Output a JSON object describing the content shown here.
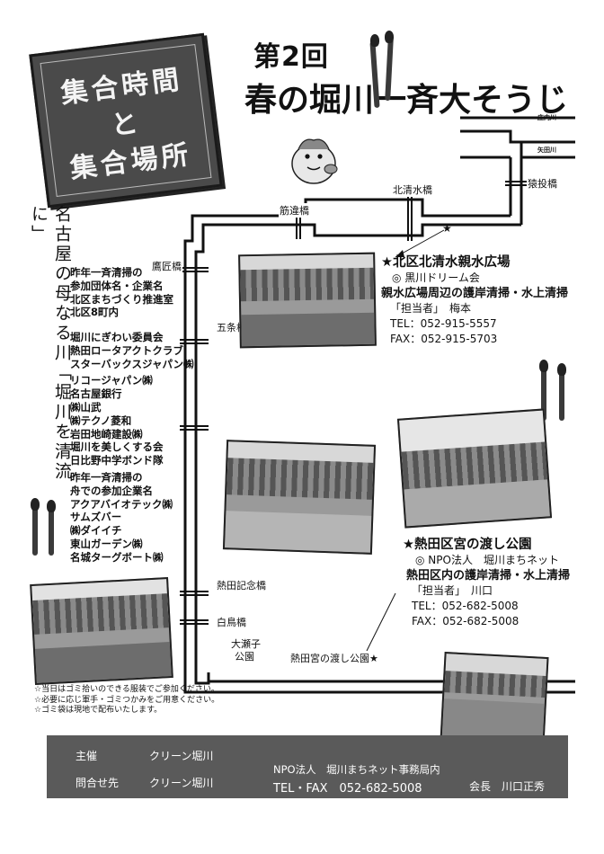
{
  "title_box": {
    "line1": "集合時間",
    "line2": "と",
    "line3": "集合場所"
  },
  "main_title": {
    "line1": "第2回",
    "line2": "春の堀川一斉大そうじ"
  },
  "map": {
    "rivers": {
      "shonai": "庄内川",
      "yada": "矢田川"
    },
    "bridges": {
      "sarunage": "猿投橋",
      "kitashimizu": "北清水橋",
      "sujikai": "筋違橋",
      "takajo": "鷹匠橋",
      "gojo": "五条橋",
      "atsuta_kinen": "熱田記念橋",
      "shiratori": "白鳥橋"
    },
    "places": {
      "osezako_1": "大瀬子",
      "osezako_2": "公園",
      "miya_park": "熱田宮の渡し公園★"
    }
  },
  "vertical_slogan": "名古屋の母なる川「堀川を清流に」",
  "participants": {
    "group1": [
      "昨年一斉清掃の",
      "参加団体名・企業名",
      "北区まちづくり推進室",
      "北区8町内"
    ],
    "group2": [
      "堀川にぎわい委員会",
      "熱田ロータアクトクラブ",
      "スターバックスジャパン㈱",
      "リコージャパン㈱",
      "名古屋銀行",
      "㈱山武",
      "㈱テクノ菱和",
      "岩田地崎建設㈱",
      "堀川を美しくする会",
      "日比野中学ボンド隊"
    ],
    "group3": [
      "昨年一斉清掃の",
      "舟での参加企業名",
      "アクアバイオテック㈱",
      "サムズバー",
      "㈱ダイイチ",
      "東山ガーデン㈱",
      "名城ターグボート㈱"
    ]
  },
  "location1": {
    "name": "★北区北清水親水広場",
    "org": "◎ 黒川ドリーム会",
    "activity": "親水広場周辺の護岸清掃・水上清掃",
    "contact": "「担当者」　梅本",
    "tel": "TEL：052-915-5557",
    "fax": "FAX：052-915-5703"
  },
  "location2": {
    "name": "★熱田区宮の渡し公園",
    "org": "◎ NPO法人　堀川まちネット",
    "activity": "熱田区内の護岸清掃・水上清掃",
    "contact": "「担当者」　川口",
    "tel": "TEL：052-682-5008",
    "fax": "FAX：052-682-5008"
  },
  "notes": [
    "☆当日はゴミ拾いのできる服装でご参加ください。",
    "☆必要に応じ軍手・ゴミつかみをご用意ください。",
    "☆ゴミ袋は現地で配布いたします。"
  ],
  "footer": {
    "sponsor_label": "主催",
    "sponsor": "クリーン堀川",
    "contact_label": "問合せ先",
    "contact": "クリーン堀川",
    "office": "NPO法人　堀川まちネット事務局内",
    "telfax": "TEL・FAX　052-682-5008",
    "chair": "会長　川口正秀"
  }
}
